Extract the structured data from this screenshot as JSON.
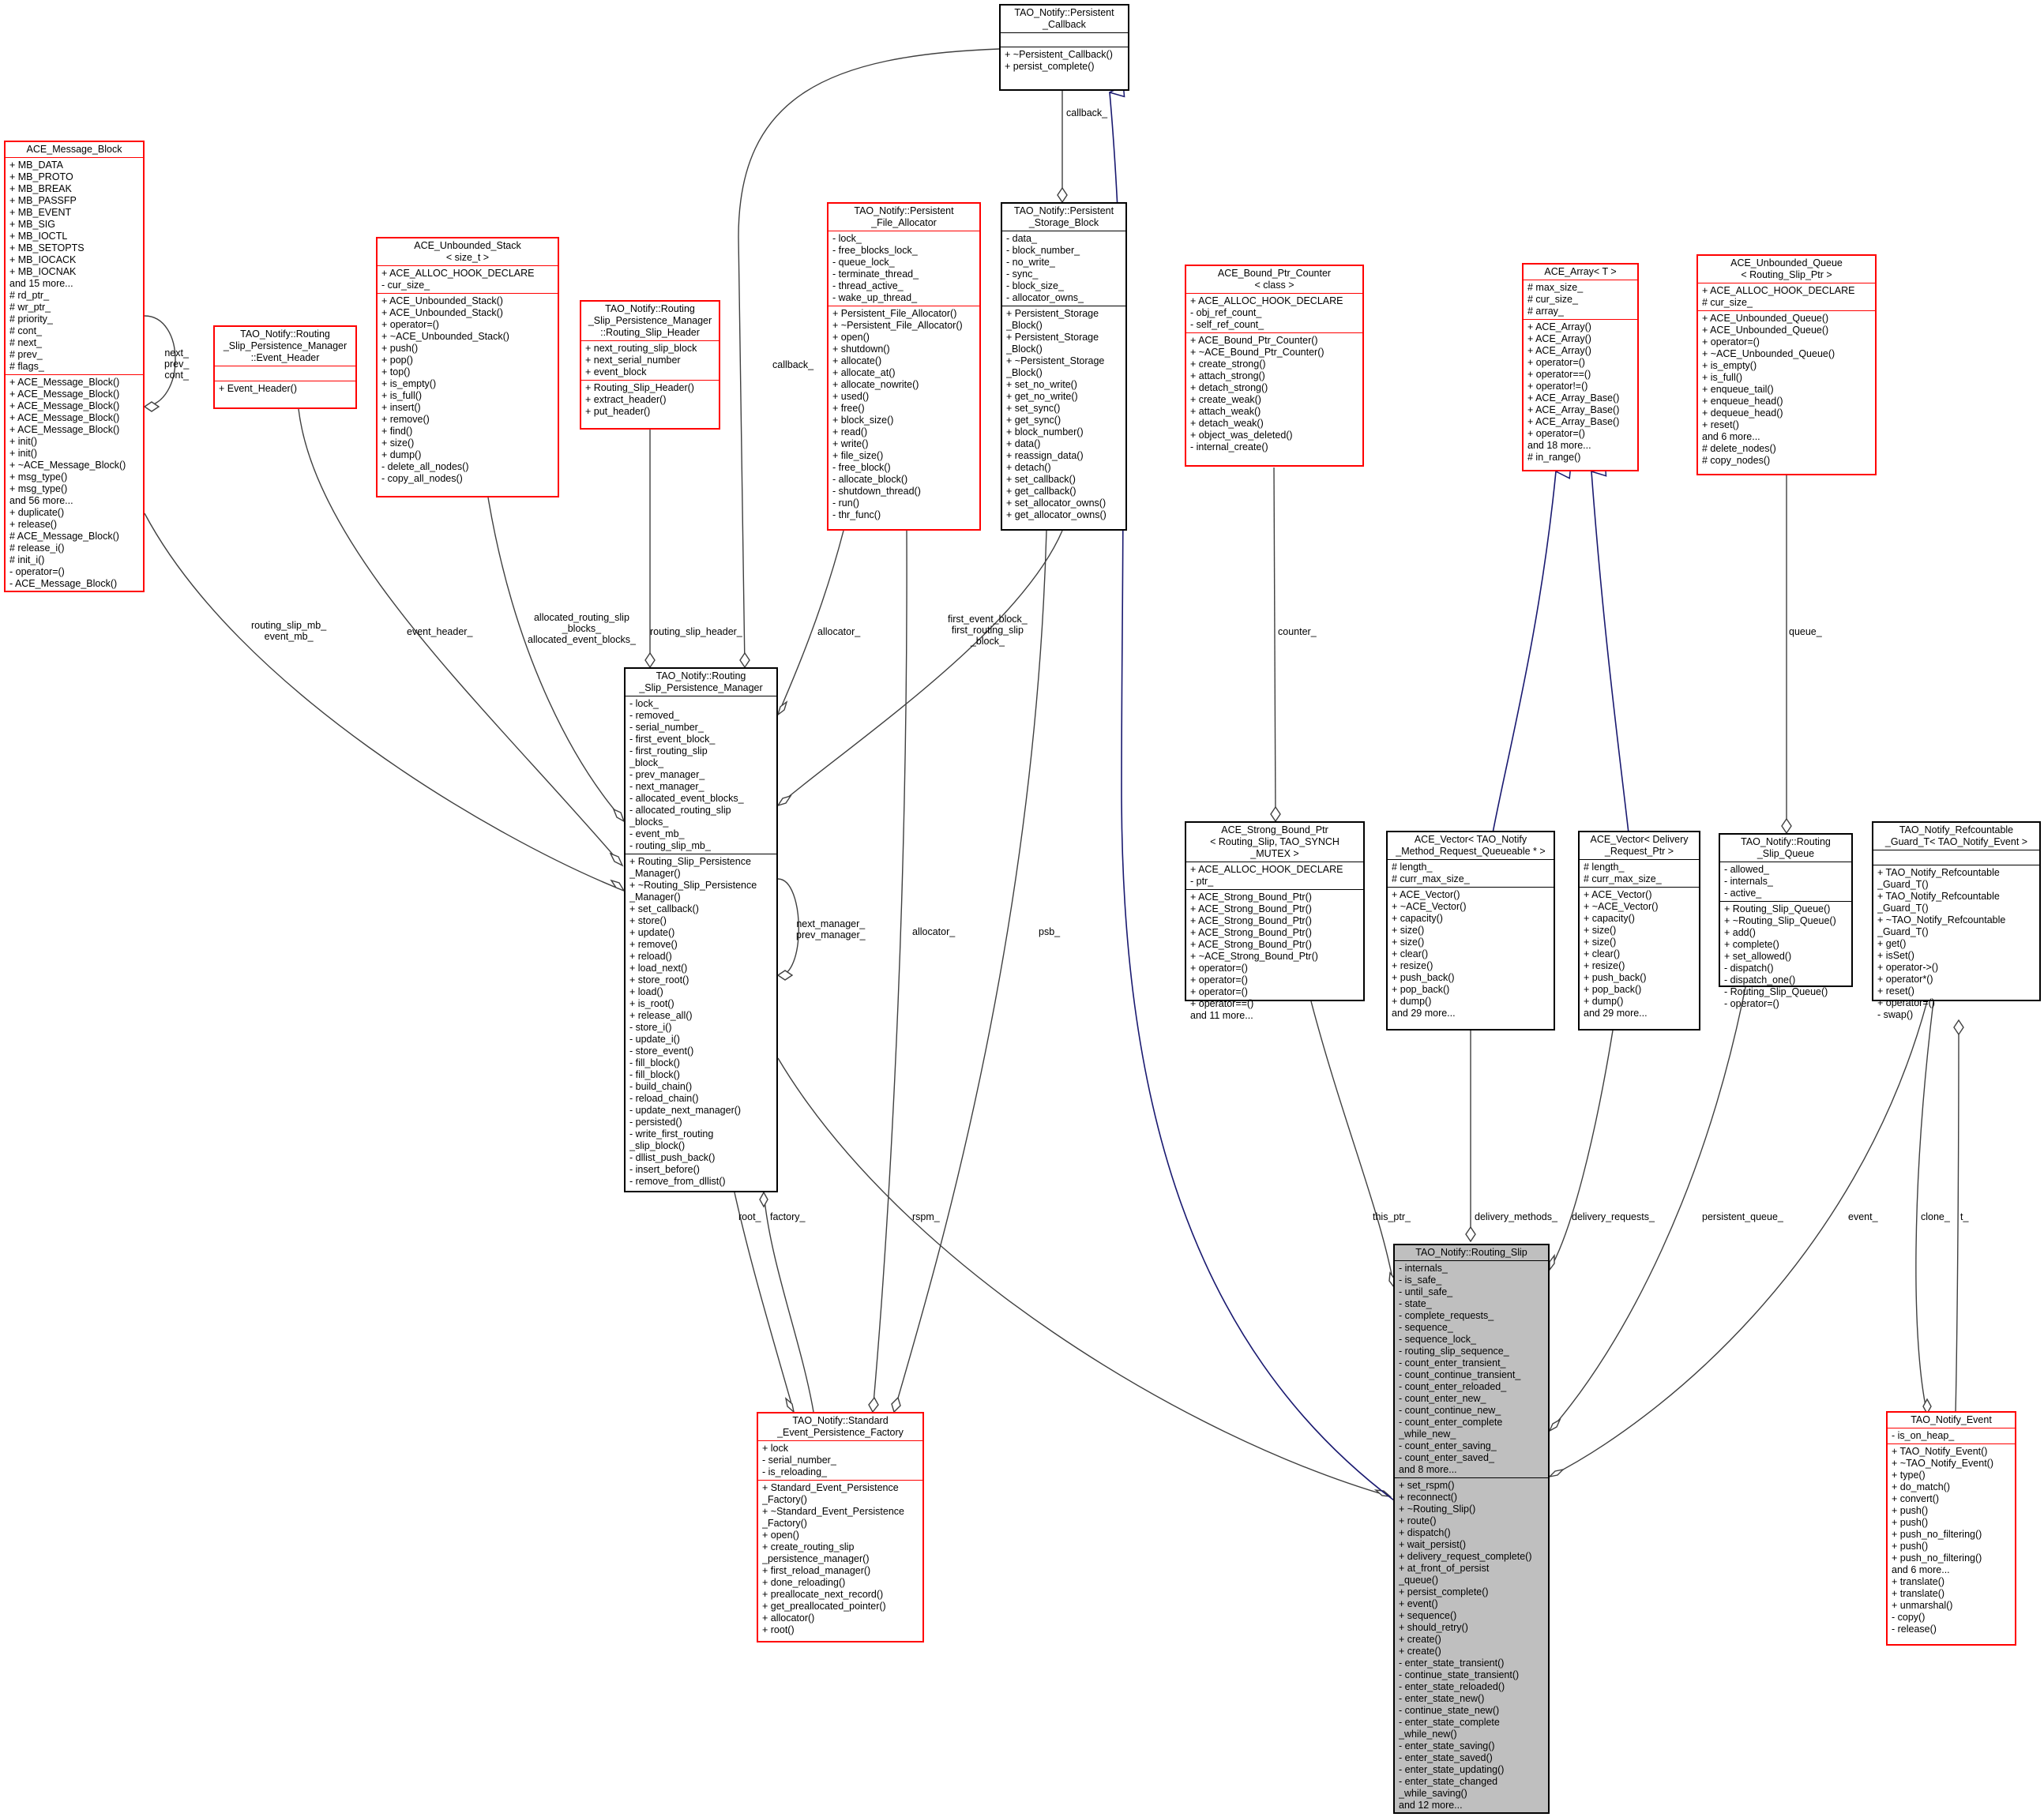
{
  "nodes": {
    "persistent_callback": {
      "title": [
        "TAO_Notify::Persistent",
        "_Callback"
      ],
      "attrs": [],
      "methods": [
        "+ ~Persistent_Callback()",
        "+ persist_complete()"
      ]
    },
    "ace_message_block": {
      "title": [
        "ACE_Message_Block"
      ],
      "attrs": [
        "+ MB_DATA",
        "+ MB_PROTO",
        "+ MB_BREAK",
        "+ MB_PASSFP",
        "+ MB_EVENT",
        "+ MB_SIG",
        "+ MB_IOCTL",
        "+ MB_SETOPTS",
        "+ MB_IOCACK",
        "+ MB_IOCNAK",
        "and 15 more...",
        "# rd_ptr_",
        "# wr_ptr_",
        "# priority_",
        "# cont_",
        "# next_",
        "# prev_",
        "# flags_"
      ],
      "methods": [
        "+ ACE_Message_Block()",
        "+ ACE_Message_Block()",
        "+ ACE_Message_Block()",
        "+ ACE_Message_Block()",
        "+ ACE_Message_Block()",
        "+ init()",
        "+ init()",
        "+ ~ACE_Message_Block()",
        "+ msg_type()",
        "+ msg_type()",
        "and 56 more...",
        "+ duplicate()",
        "+ release()",
        "# ACE_Message_Block()",
        "# release_i()",
        "# init_i()",
        "- operator=()",
        "- ACE_Message_Block()"
      ]
    },
    "event_header": {
      "title": [
        "TAO_Notify::Routing",
        "_Slip_Persistence_Manager",
        "::Event_Header"
      ],
      "attrs": [],
      "methods": [
        "+ Event_Header()"
      ]
    },
    "unbounded_stack": {
      "title": [
        "ACE_Unbounded_Stack",
        "< size_t >"
      ],
      "attrs": [
        "+ ACE_ALLOC_HOOK_DECLARE",
        "- cur_size_"
      ],
      "methods": [
        "+ ACE_Unbounded_Stack()",
        "+ ACE_Unbounded_Stack()",
        "+ operator=()",
        "+ ~ACE_Unbounded_Stack()",
        "+ push()",
        "+ pop()",
        "+ top()",
        "+ is_empty()",
        "+ is_full()",
        "+ insert()",
        "+ remove()",
        "+ find()",
        "+ size()",
        "+ dump()",
        "- delete_all_nodes()",
        "- copy_all_nodes()"
      ]
    },
    "routing_slip_header": {
      "title": [
        "TAO_Notify::Routing",
        "_Slip_Persistence_Manager",
        "::Routing_Slip_Header"
      ],
      "attrs": [
        "+ next_routing_slip_block",
        "+ next_serial_number",
        "+ event_block"
      ],
      "methods": [
        "+ Routing_Slip_Header()",
        "+ extract_header()",
        "+ put_header()"
      ]
    },
    "file_allocator": {
      "title": [
        "TAO_Notify::Persistent",
        "_File_Allocator"
      ],
      "attrs": [
        "- lock_",
        "- free_blocks_lock_",
        "- queue_lock_",
        "- terminate_thread_",
        "- thread_active_",
        "- wake_up_thread_"
      ],
      "methods": [
        "+ Persistent_File_Allocator()",
        "+ ~Persistent_File_Allocator()",
        "+ open()",
        "+ shutdown()",
        "+ allocate()",
        "+ allocate_at()",
        "+ allocate_nowrite()",
        "+ used()",
        "+ free()",
        "+ block_size()",
        "+ read()",
        "+ write()",
        "+ file_size()",
        "- free_block()",
        "- allocate_block()",
        "- shutdown_thread()",
        "- run()",
        "- thr_func()"
      ]
    },
    "storage_block": {
      "title": [
        "TAO_Notify::Persistent",
        "_Storage_Block"
      ],
      "attrs": [
        "- data_",
        "- block_number_",
        "- no_write_",
        "- sync_",
        "- block_size_",
        "- allocator_owns_"
      ],
      "methods": [
        "+ Persistent_Storage",
        "_Block()",
        "+ Persistent_Storage",
        "_Block()",
        "+ ~Persistent_Storage",
        "_Block()",
        "+ set_no_write()",
        "+ get_no_write()",
        "+ set_sync()",
        "+ get_sync()",
        "+ block_number()",
        "+ data()",
        "+ reassign_data()",
        "+ detach()",
        "+ set_callback()",
        "+ get_callback()",
        "+ set_allocator_owns()",
        "+ get_allocator_owns()"
      ]
    },
    "bound_ptr_counter": {
      "title": [
        "ACE_Bound_Ptr_Counter",
        "< class >"
      ],
      "attrs": [
        "+ ACE_ALLOC_HOOK_DECLARE",
        "- obj_ref_count_",
        "- self_ref_count_"
      ],
      "methods": [
        "+ ACE_Bound_Ptr_Counter()",
        "+ ~ACE_Bound_Ptr_Counter()",
        "+ create_strong()",
        "+ attach_strong()",
        "+ detach_strong()",
        "+ create_weak()",
        "+ attach_weak()",
        "+ detach_weak()",
        "+ object_was_deleted()",
        "- internal_create()"
      ]
    },
    "ace_array": {
      "title": [
        "ACE_Array< T >"
      ],
      "attrs": [
        "# max_size_",
        "# cur_size_",
        "# array_"
      ],
      "methods": [
        "+ ACE_Array()",
        "+ ACE_Array()",
        "+ ACE_Array()",
        "+ operator=()",
        "+ operator==()",
        "+ operator!=()",
        "+ ACE_Array_Base()",
        "+ ACE_Array_Base()",
        "+ ACE_Array_Base()",
        "+ operator=()",
        "and 18 more...",
        "# in_range()"
      ]
    },
    "unbounded_queue": {
      "title": [
        "ACE_Unbounded_Queue",
        "< Routing_Slip_Ptr >"
      ],
      "attrs": [
        "+ ACE_ALLOC_HOOK_DECLARE",
        "# cur_size_"
      ],
      "methods": [
        "+ ACE_Unbounded_Queue()",
        "+ ACE_Unbounded_Queue()",
        "+ operator=()",
        "+ ~ACE_Unbounded_Queue()",
        "+ is_empty()",
        "+ is_full()",
        "+ enqueue_tail()",
        "+ enqueue_head()",
        "+ dequeue_head()",
        "+ reset()",
        "and 6 more...",
        "# delete_nodes()",
        "# copy_nodes()"
      ]
    },
    "persistence_manager": {
      "title": [
        "TAO_Notify::Routing",
        "_Slip_Persistence_Manager"
      ],
      "attrs": [
        "- lock_",
        "- removed_",
        "- serial_number_",
        "- first_event_block_",
        "- first_routing_slip",
        "_block_",
        "- prev_manager_",
        "- next_manager_",
        "- allocated_event_blocks_",
        "- allocated_routing_slip",
        "_blocks_",
        "- event_mb_",
        "- routing_slip_mb_"
      ],
      "methods": [
        "+ Routing_Slip_Persistence",
        "_Manager()",
        "+ ~Routing_Slip_Persistence",
        "_Manager()",
        "+ set_callback()",
        "+ store()",
        "+ update()",
        "+ remove()",
        "+ reload()",
        "+ load_next()",
        "+ store_root()",
        "+ load()",
        "+ is_root()",
        "+ release_all()",
        "- store_i()",
        "- update_i()",
        "- store_event()",
        "- fill_block()",
        "- fill_block()",
        "- build_chain()",
        "- reload_chain()",
        "- update_next_manager()",
        "- persisted()",
        "- write_first_routing",
        "_slip_block()",
        "- dllist_push_back()",
        "- insert_before()",
        "- remove_from_dllist()"
      ]
    },
    "strong_bound_ptr": {
      "title": [
        "ACE_Strong_Bound_Ptr",
        "< Routing_Slip, TAO_SYNCH",
        "_MUTEX >"
      ],
      "attrs": [
        "+ ACE_ALLOC_HOOK_DECLARE",
        "- ptr_"
      ],
      "methods": [
        "+ ACE_Strong_Bound_Ptr()",
        "+ ACE_Strong_Bound_Ptr()",
        "+ ACE_Strong_Bound_Ptr()",
        "+ ACE_Strong_Bound_Ptr()",
        "+ ACE_Strong_Bound_Ptr()",
        "+ ~ACE_Strong_Bound_Ptr()",
        "+ operator=()",
        "+ operator=()",
        "+ operator=()",
        "+ operator==()",
        "and 11 more..."
      ]
    },
    "vector_method": {
      "title": [
        "ACE_Vector< TAO_Notify",
        "_Method_Request_Queueable * >"
      ],
      "attrs": [
        "# length_",
        "# curr_max_size_"
      ],
      "methods": [
        "+ ACE_Vector()",
        "+ ~ACE_Vector()",
        "+ capacity()",
        "+ size()",
        "+ size()",
        "+ clear()",
        "+ resize()",
        "+ push_back()",
        "+ pop_back()",
        "+ dump()",
        "and 29 more..."
      ]
    },
    "vector_delivery": {
      "title": [
        "ACE_Vector< Delivery",
        "_Request_Ptr >"
      ],
      "attrs": [
        "# length_",
        "# curr_max_size_"
      ],
      "methods": [
        "+ ACE_Vector()",
        "+ ~ACE_Vector()",
        "+ capacity()",
        "+ size()",
        "+ size()",
        "+ clear()",
        "+ resize()",
        "+ push_back()",
        "+ pop_back()",
        "+ dump()",
        "and 29 more..."
      ]
    },
    "routing_slip_queue": {
      "title": [
        "TAO_Notify::Routing",
        "_Slip_Queue"
      ],
      "attrs": [
        "- allowed_",
        "- internals_",
        "- active_"
      ],
      "methods": [
        "+ Routing_Slip_Queue()",
        "+ ~Routing_Slip_Queue()",
        "+ add()",
        "+ complete()",
        "+ set_allowed()",
        "- dispatch()",
        "- dispatch_one()",
        "- Routing_Slip_Queue()",
        "- operator=()"
      ]
    },
    "refcountable_guard": {
      "title": [
        "TAO_Notify_Refcountable",
        "_Guard_T< TAO_Notify_Event >"
      ],
      "attrs": [],
      "methods": [
        "+ TAO_Notify_Refcountable",
        "_Guard_T()",
        "+ TAO_Notify_Refcountable",
        "_Guard_T()",
        "+ ~TAO_Notify_Refcountable",
        "_Guard_T()",
        "+ get()",
        "+ isSet()",
        "+ operator->()",
        "+ operator*()",
        "+ reset()",
        "+ operator=()",
        "- swap()"
      ]
    },
    "standard_factory": {
      "title": [
        "TAO_Notify::Standard",
        "_Event_Persistence_Factory"
      ],
      "attrs": [
        "+ lock",
        "- serial_number_",
        "- is_reloading_"
      ],
      "methods": [
        "+ Standard_Event_Persistence",
        "_Factory()",
        "+ ~Standard_Event_Persistence",
        "_Factory()",
        "+ open()",
        "+ create_routing_slip",
        "_persistence_manager()",
        "+ first_reload_manager()",
        "+ done_reloading()",
        "+ preallocate_next_record()",
        "+ get_preallocated_pointer()",
        "+ allocator()",
        "+ root()"
      ]
    },
    "routing_slip": {
      "title": [
        "TAO_Notify::Routing_Slip"
      ],
      "attrs": [
        "- internals_",
        "- is_safe_",
        "- until_safe_",
        "- state_",
        "- complete_requests_",
        "- sequence_",
        "- sequence_lock_",
        "- routing_slip_sequence_",
        "- count_enter_transient_",
        "- count_continue_transient_",
        "- count_enter_reloaded_",
        "- count_enter_new_",
        "- count_continue_new_",
        "- count_enter_complete",
        "_while_new_",
        "- count_enter_saving_",
        "- count_enter_saved_",
        "and 8 more..."
      ],
      "methods": [
        "+ set_rspm()",
        "+ reconnect()",
        "+ ~Routing_Slip()",
        "+ route()",
        "+ dispatch()",
        "+ wait_persist()",
        "+ delivery_request_complete()",
        "+ at_front_of_persist",
        "_queue()",
        "+ persist_complete()",
        "+ event()",
        "+ sequence()",
        "+ should_retry()",
        "+ create()",
        "+ create()",
        "- enter_state_transient()",
        "- continue_state_transient()",
        "- enter_state_reloaded()",
        "- enter_state_new()",
        "- continue_state_new()",
        "- enter_state_complete",
        "_while_new()",
        "- enter_state_saving()",
        "- enter_state_saved()",
        "- enter_state_updating()",
        "- enter_state_changed",
        "_while_saving()",
        "and 12 more..."
      ]
    },
    "notify_event": {
      "title": [
        "TAO_Notify_Event"
      ],
      "attrs": [
        "- is_on_heap_"
      ],
      "methods": [
        "+ TAO_Notify_Event()",
        "+ ~TAO_Notify_Event()",
        "+ type()",
        "+ do_match()",
        "+ convert()",
        "+ push()",
        "+ push()",
        "+ push_no_filtering()",
        "+ push()",
        "+ push_no_filtering()",
        "and 6 more...",
        "+ translate()",
        "+ translate()",
        "+ unmarshal()",
        "- copy()",
        "- release()"
      ]
    }
  },
  "edge_labels": {
    "callback": "callback_",
    "callback2": "callback_",
    "self_links": "next_\nprev_\ncont_",
    "routing_slip_mb": "routing_slip_mb_\nevent_mb_",
    "event_header": "event_header_",
    "allocated_blocks": "allocated_routing_slip\n_blocks_\nallocated_event_blocks_",
    "routing_slip_header": "routing_slip_header_",
    "allocator": "allocator_",
    "first_event_block": "first_event_block_\nfirst_routing_slip\n_block_",
    "counter": "counter_",
    "queue": "queue_",
    "next_prev_manager": "next_manager_\nprev_manager_",
    "allocator2": "allocator_",
    "psb": "psb_",
    "rspm": "rspm_",
    "root": "root_",
    "factory": "factory_",
    "this_ptr": "this_ptr_",
    "delivery_methods": "delivery_methods_",
    "delivery_requests": "delivery_requests_",
    "persistent_queue": "persistent_queue_",
    "event": "event_",
    "clone": "clone_",
    "t": "t_"
  },
  "colors": {
    "border_focus": "#000000",
    "border_other": "#ff0000",
    "focus_fill": "#bfbfbf",
    "inherit_edge": "#191970",
    "assoc_edge": "#404040"
  }
}
